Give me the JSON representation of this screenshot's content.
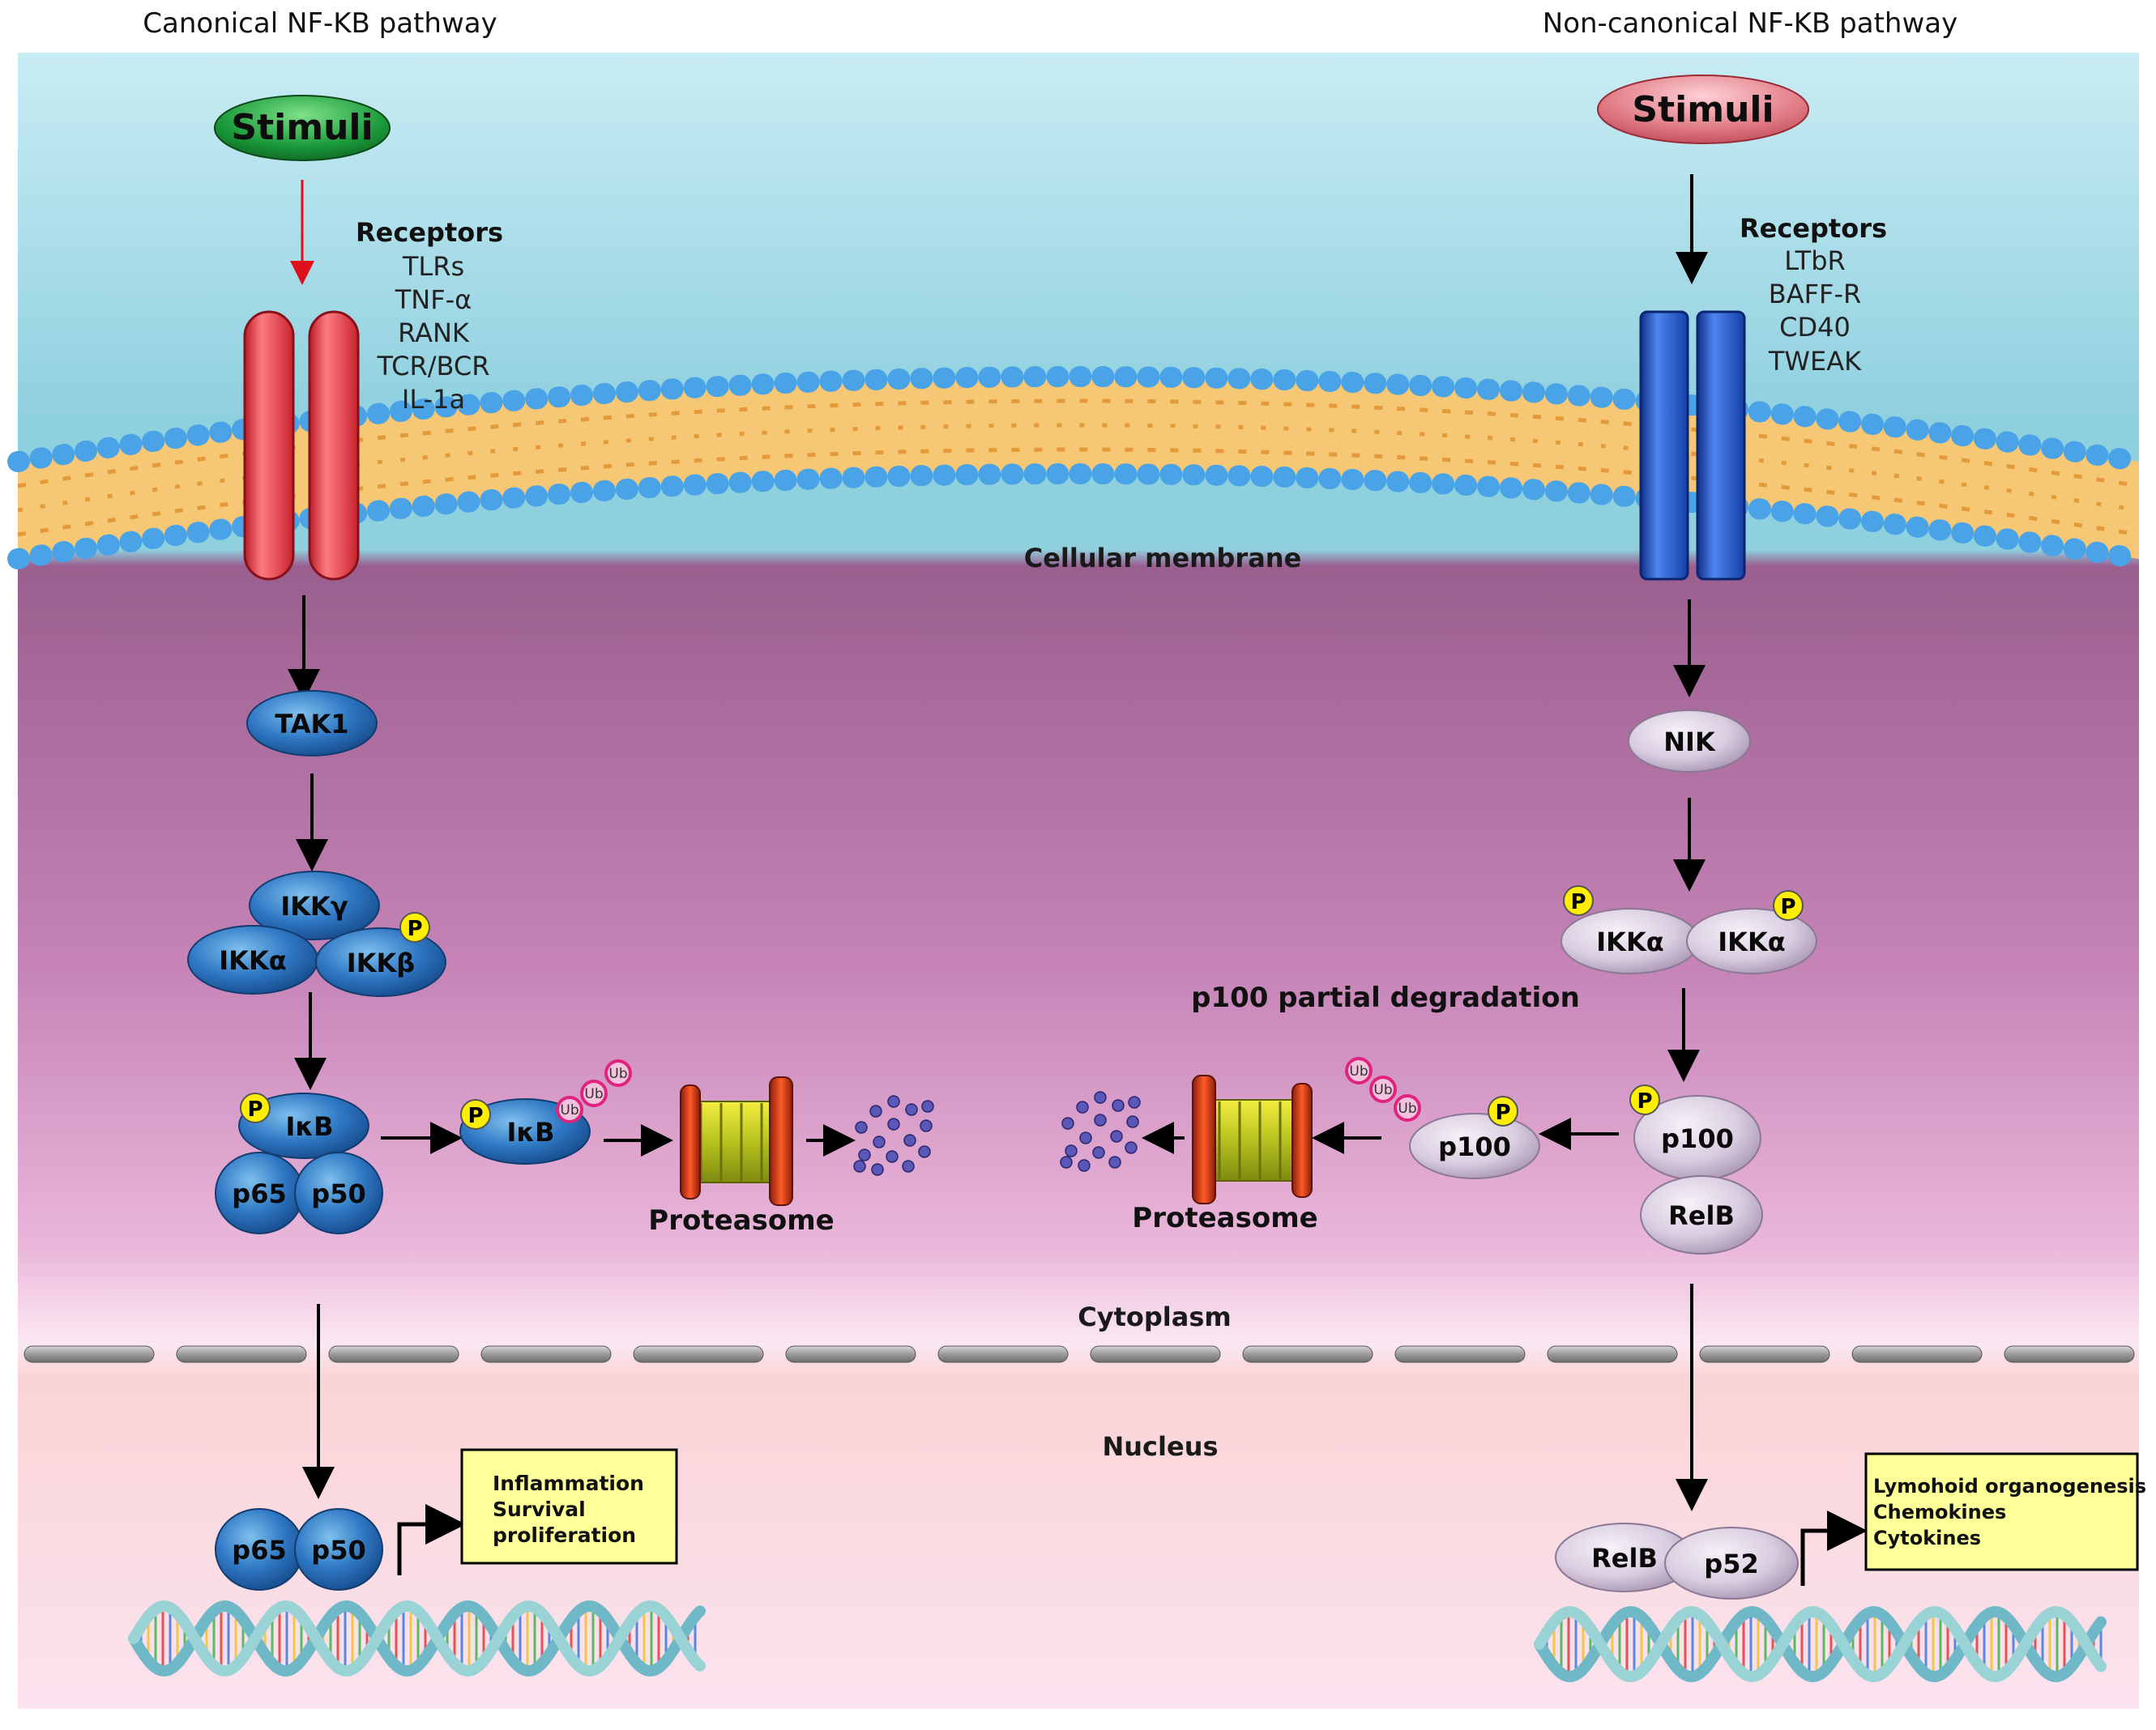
{
  "headers": {
    "canonical": "Canonical NF-KB pathway",
    "noncanonical": "Non-canonical NF-KB pathway"
  },
  "canonical": {
    "stimuli": "Stimuli",
    "receptors_title": "Receptors",
    "receptors": [
      "TLRs",
      "TNF-α",
      "RANK",
      "TCR/BCR",
      "IL-1a"
    ],
    "tak1": "TAK1",
    "ikk_gamma": "IKKγ",
    "ikk_alpha": "IKKα",
    "ikk_beta": "IKKβ",
    "ikb": "IκB",
    "p65": "p65",
    "p50": "p50",
    "ub": "Ub",
    "p_label": "P",
    "proteasome": "Proteasome",
    "outcomes": [
      "Inflammation",
      "Survival",
      "proliferation"
    ]
  },
  "noncanonical": {
    "stimuli": "Stimuli",
    "receptors_title": "Receptors",
    "receptors": [
      "LTbR",
      "BAFF-R",
      "CD40",
      "TWEAK"
    ],
    "nik": "NIK",
    "ikk_alpha": "IKKα",
    "p100": "p100",
    "relb": "RelB",
    "p52": "p52",
    "ub": "Ub",
    "p_label": "P",
    "partial_degradation": "p100 partial degradation",
    "proteasome": "Proteasome",
    "outcomes": [
      "Lymohoid organogenesis",
      "Chemokines",
      "Cytokines"
    ]
  },
  "regions": {
    "membrane": "Cellular membrane",
    "cytoplasm": "Cytoplasm",
    "nucleus": "Nucleus"
  },
  "colors": {
    "canonical_protein": "#2f78c4",
    "noncanonical_protein": "#d9cde0",
    "stimuli_green": "#1a9a3a",
    "stimuli_red": "#d84a55",
    "receptor_red": "#e8404a",
    "receptor_blue": "#2255cc",
    "phospho": "#ffee00",
    "outcome_box": "#ffff99"
  }
}
